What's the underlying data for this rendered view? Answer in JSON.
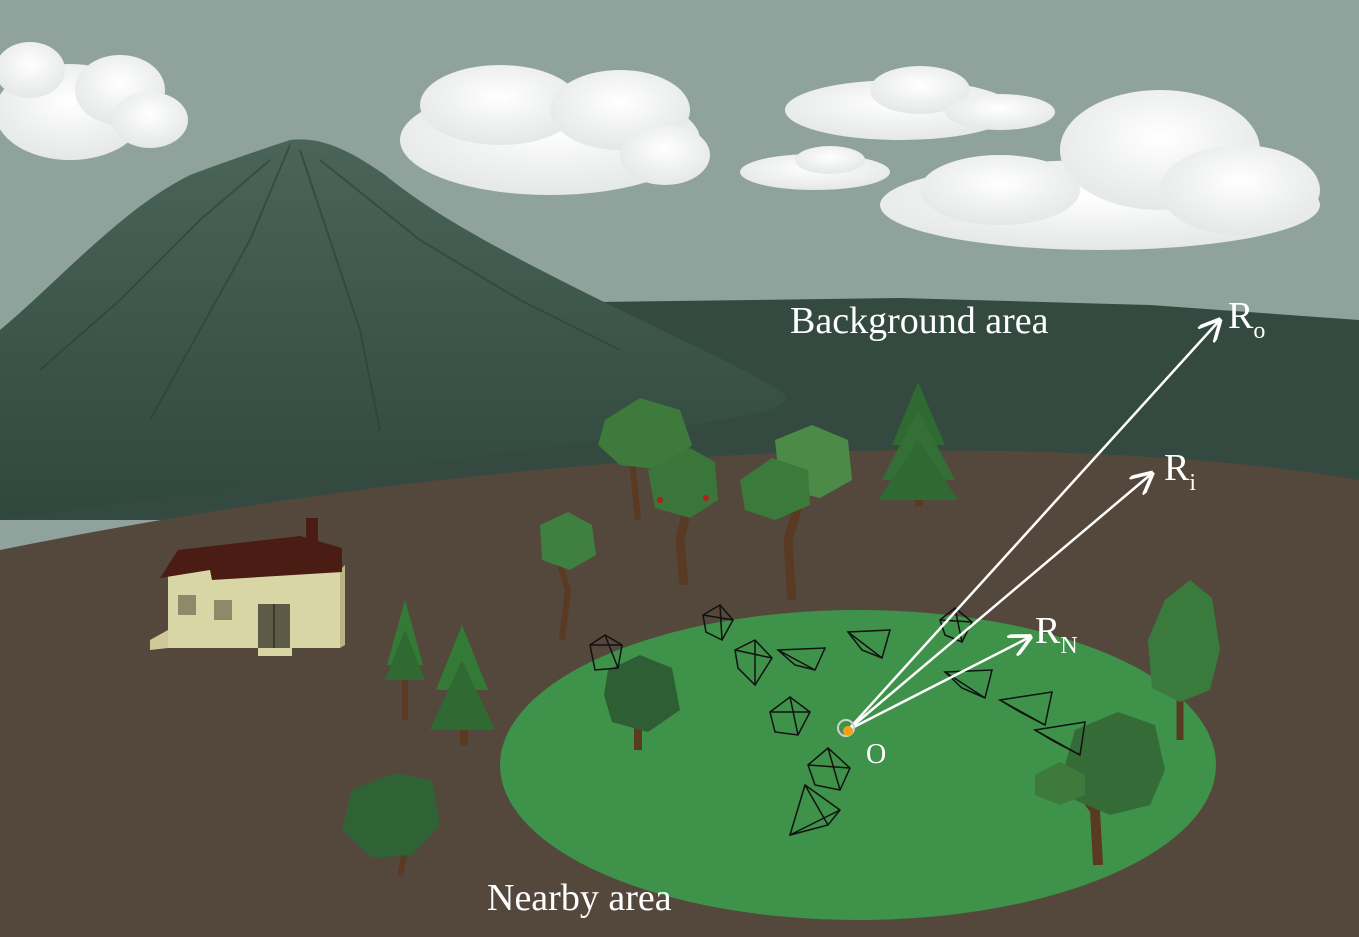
{
  "labels": {
    "background_area": "Background area",
    "nearby_area": "Nearby area",
    "origin": "O"
  },
  "radii": [
    {
      "letter": "R",
      "subscript": "o"
    },
    {
      "letter": "R",
      "subscript": "i"
    },
    {
      "letter": "R",
      "subscript": "N"
    }
  ],
  "colors": {
    "sky": "#8fa39c",
    "mountain": "#3f5d52",
    "far_hills": "#34493f",
    "ground": "#54483c",
    "nearby_disk": "#3f9249",
    "tree_foliage": "#3f7f3f",
    "trunk": "#5a3a22",
    "house_wall": "#d9d6a6",
    "house_roof": "#4a1c14",
    "arrow": "#ffffff",
    "origin_dot": "#f3a01e"
  },
  "icons": [
    "cloud-icon",
    "mountain-icon",
    "house-icon",
    "tree-icon",
    "pine-tree-icon",
    "camera-frustum-icon"
  ]
}
